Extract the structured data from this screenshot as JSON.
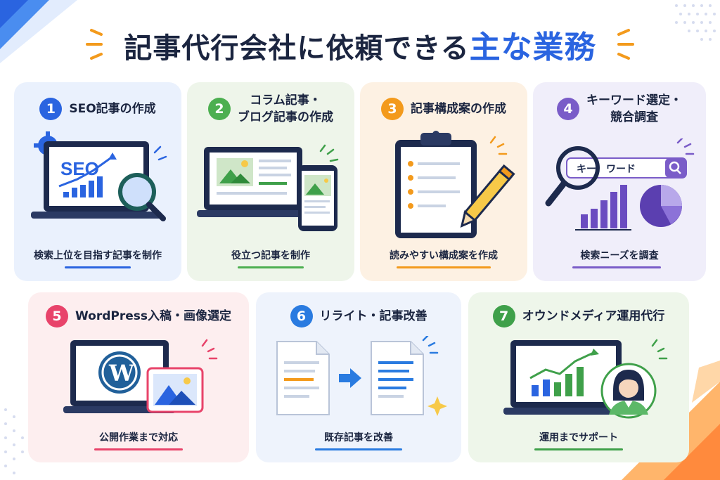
{
  "title": {
    "main": "記事代行会社に依頼できる",
    "highlight": "主な業務"
  },
  "colors": {
    "blue": "#2a64e0",
    "green": "#4caf50",
    "orange": "#f39a1c",
    "purple": "#7a5cc8",
    "pink": "#e8436a",
    "blue2": "#2a7be0",
    "green2": "#3fa04a"
  },
  "cards": [
    {
      "num": "1",
      "title": "SEO記事の作成",
      "caption": "検索上位を目指す記事を制作",
      "art_text": "SEO"
    },
    {
      "num": "2",
      "title": "コラム記事・\nブログ記事の作成",
      "caption": "役立つ記事を制作"
    },
    {
      "num": "3",
      "title": "記事構成案の作成",
      "caption": "読みやすい構成案を作成"
    },
    {
      "num": "4",
      "title": "キーワード選定・\n競合調査",
      "caption": "検索ニーズを調査",
      "search_text": "キー　ワード"
    },
    {
      "num": "5",
      "title": "WordPress入稿・画像選定",
      "caption": "公開作業まで対応"
    },
    {
      "num": "6",
      "title": "リライト・記事改善",
      "caption": "既存記事を改善"
    },
    {
      "num": "7",
      "title": "オウンドメディア運用代行",
      "caption": "運用までサポート"
    }
  ]
}
